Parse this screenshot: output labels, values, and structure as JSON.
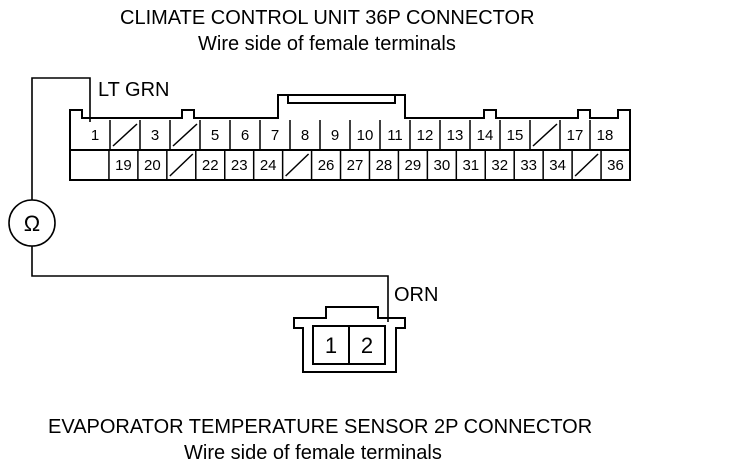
{
  "top_connector": {
    "title": "CLIMATE CONTROL UNIT 36P CONNECTOR",
    "subtitle": "Wire side of female terminals",
    "row1": [
      "1",
      "",
      "3",
      "",
      "5",
      "6",
      "7",
      "8",
      "9",
      "10",
      "11",
      "12",
      "13",
      "14",
      "15",
      "",
      "17",
      "18"
    ],
    "row2": [
      "",
      "19",
      "20",
      "",
      "22",
      "23",
      "24",
      "",
      "26",
      "27",
      "28",
      "29",
      "30",
      "31",
      "32",
      "33",
      "34",
      "",
      "36"
    ]
  },
  "wire_top": {
    "label": "LT GRN",
    "pin": "1"
  },
  "meter": {
    "symbol": "Ω",
    "name": "ohmmeter"
  },
  "wire_bottom": {
    "label": "ORN",
    "pin": "2"
  },
  "bottom_connector": {
    "title": "EVAPORATOR TEMPERATURE SENSOR 2P CONNECTOR",
    "subtitle": "Wire side of female terminals",
    "pins": [
      "1",
      "2"
    ]
  },
  "colors": {
    "line": "#000000",
    "background": "#ffffff"
  }
}
